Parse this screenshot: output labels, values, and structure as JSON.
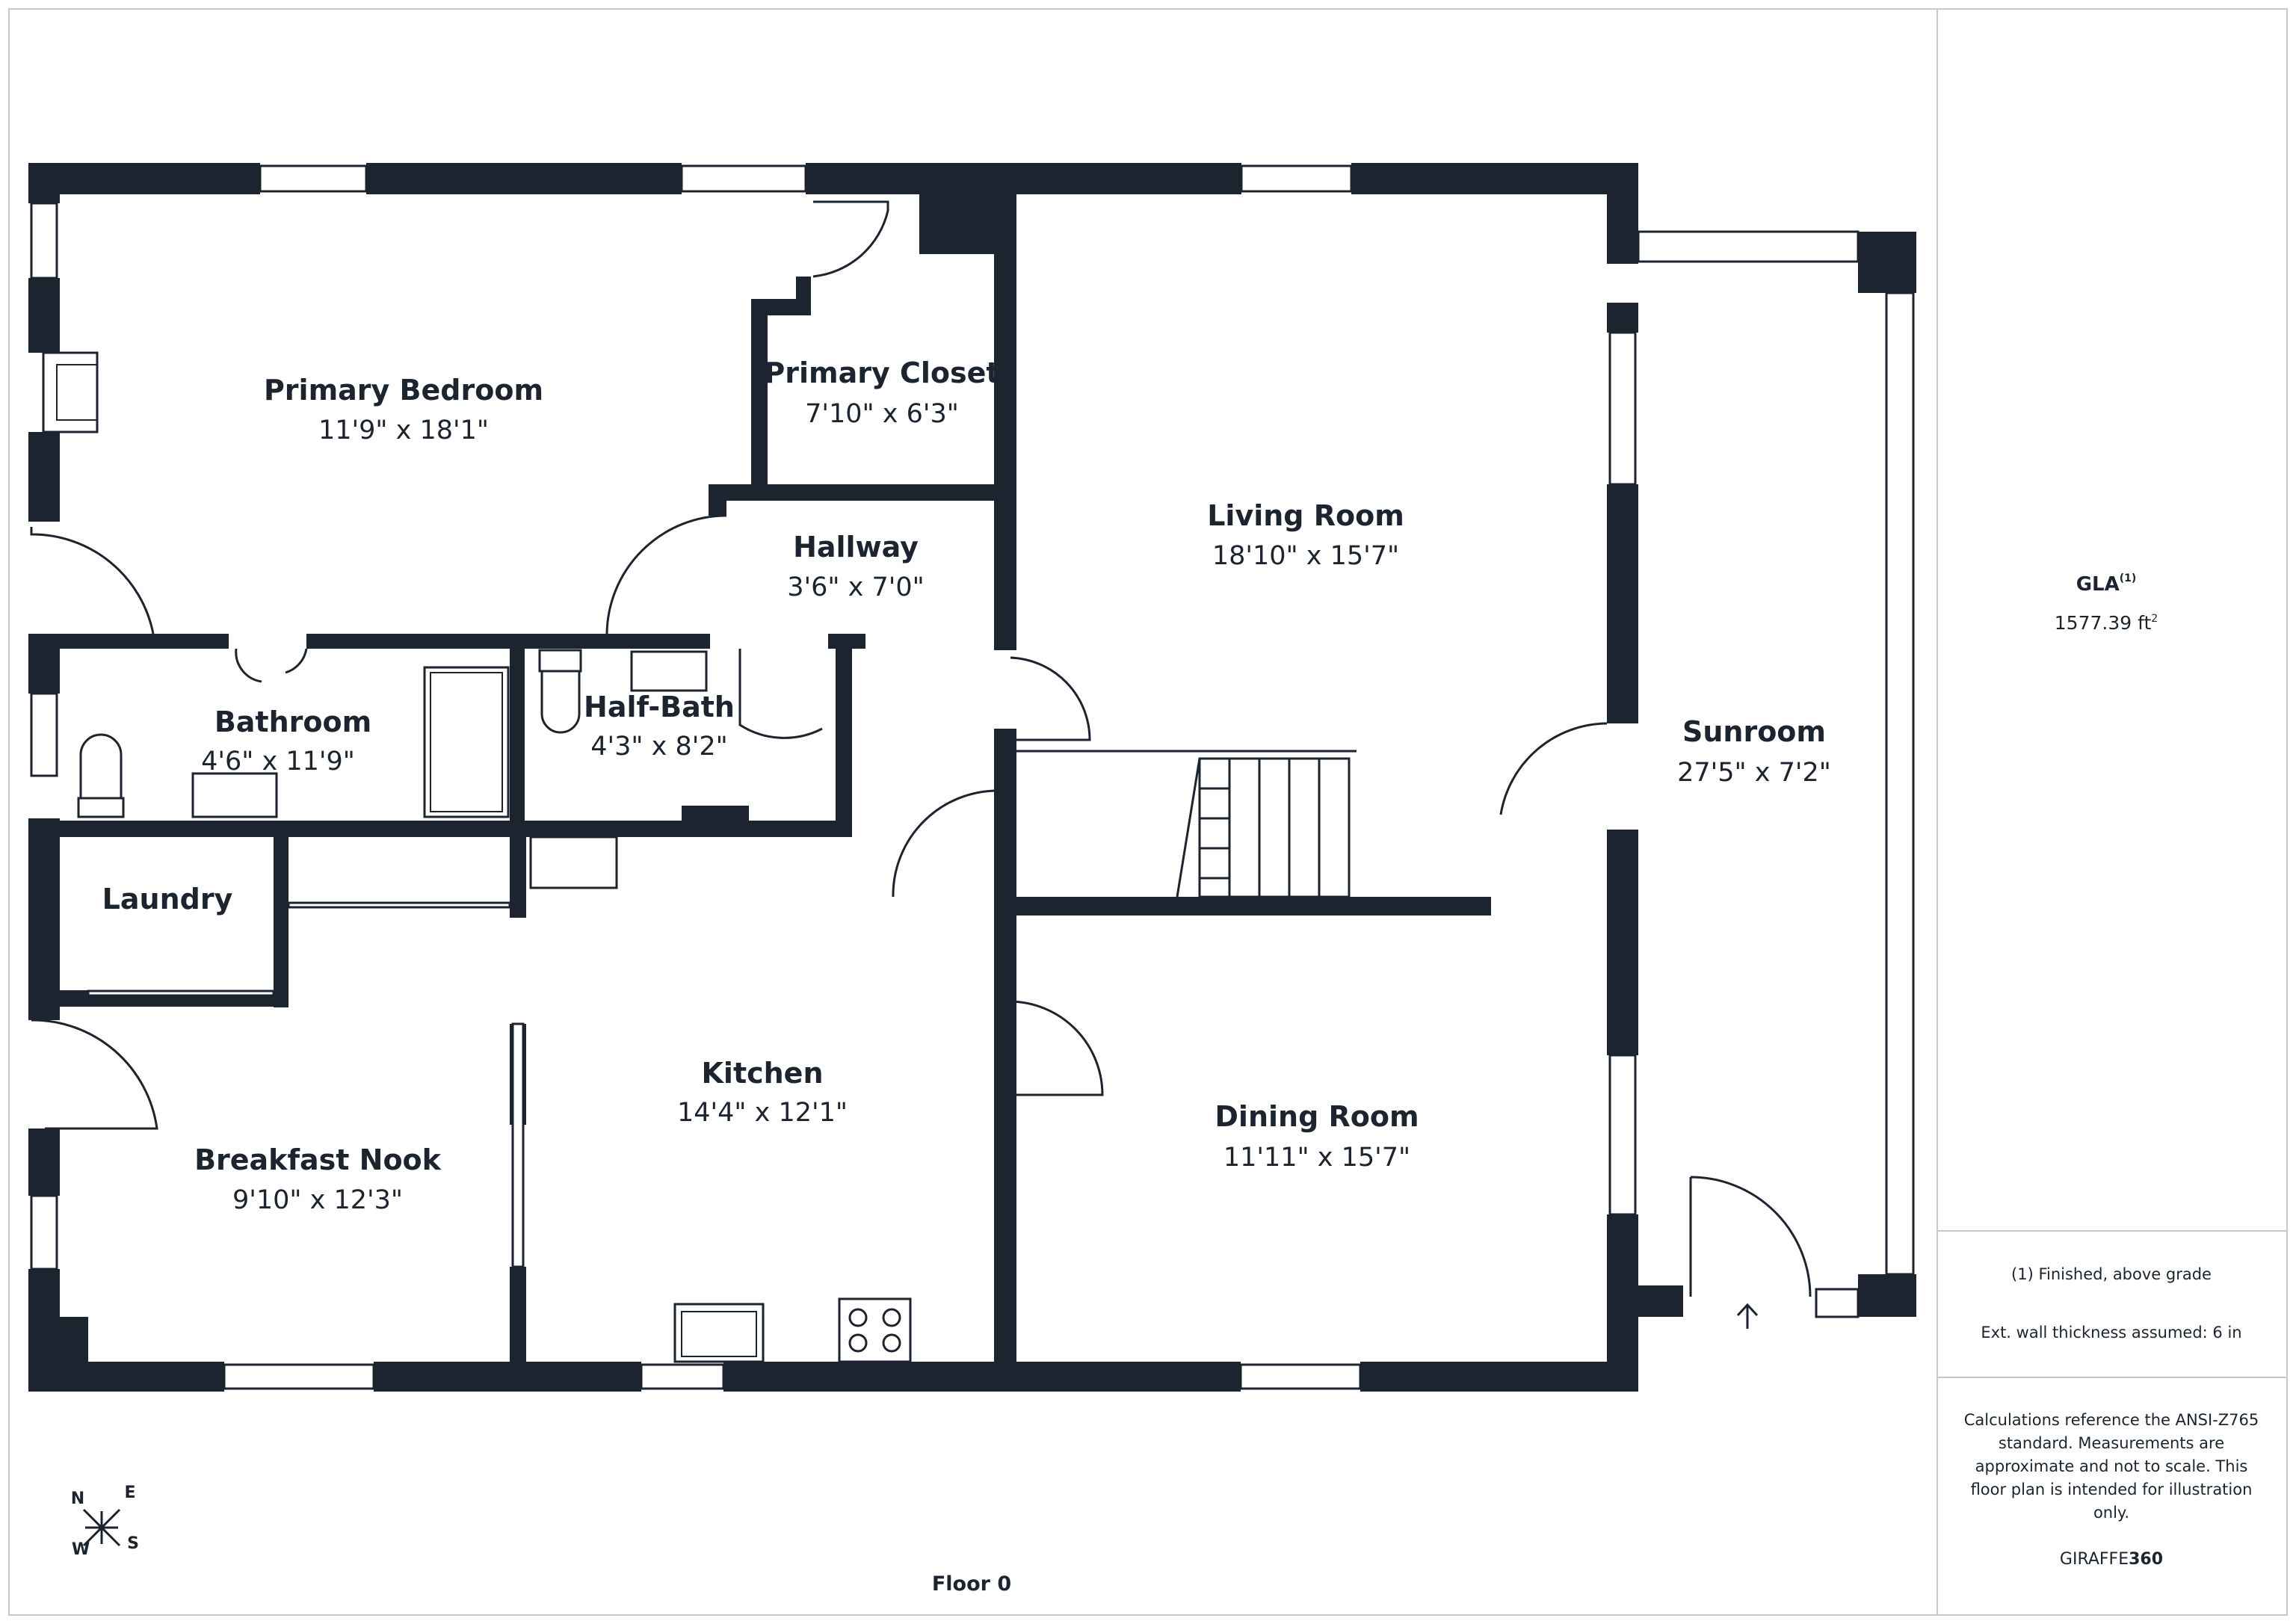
{
  "rooms": [
    {
      "name": "Primary Bedroom",
      "dims": "11'9\" x 18'1\""
    },
    {
      "name": "Primary Closet",
      "dims": "7'10\" x 6'3\""
    },
    {
      "name": "Hallway",
      "dims": "3'6\" x 7'0\""
    },
    {
      "name": "Living Room",
      "dims": "18'10\" x 15'7\""
    },
    {
      "name": "Bathroom",
      "dims": "4'6\" x 11'9\""
    },
    {
      "name": "Half-Bath",
      "dims": "4'3\" x 8'2\""
    },
    {
      "name": "Sunroom",
      "dims": "27'5\" x 7'2\""
    },
    {
      "name": "Laundry",
      "dims": ""
    },
    {
      "name": "Kitchen",
      "dims": "14'4\" x 12'1\""
    },
    {
      "name": "Dining Room",
      "dims": "11'11\" x 15'7\""
    },
    {
      "name": "Breakfast Nook",
      "dims": "9'10\" x 12'3\""
    }
  ],
  "floor_label": "Floor 0",
  "compass": {
    "n": "N",
    "e": "E",
    "s": "S",
    "w": "W"
  },
  "sidebar": {
    "gla_label": "GLA",
    "gla_sup": "(1)",
    "gla_value": "1577.39 ft",
    "gla_unit_sup": "2",
    "note_finished": "(1) Finished, above grade",
    "note_wall": "Ext. wall thickness assumed: 6 in",
    "disclaimer_lines": [
      "Calculations reference the ANSI-Z765",
      "standard. Measurements are",
      "approximate and not to scale. This",
      "floor plan is intended for illustration",
      "only."
    ],
    "brand_a": "GIRAFFE",
    "brand_b": "360"
  },
  "colors": {
    "wall": "#1c2430",
    "border": "#c8c8c8"
  }
}
